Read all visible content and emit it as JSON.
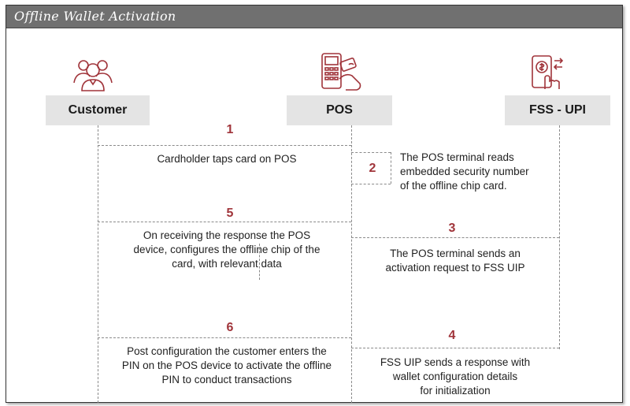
{
  "title": "Offline Wallet Activation",
  "actors": [
    {
      "label": "Customer",
      "icon": "people-group-icon"
    },
    {
      "label": "POS",
      "icon": "pos-terminal-icon"
    },
    {
      "label": "FSS - UPI",
      "icon": "mobile-payment-icon"
    }
  ],
  "steps": [
    {
      "number": "1",
      "text": "Cardholder taps card on POS"
    },
    {
      "number": "2",
      "text": "The POS terminal reads\nembedded security number\nof the offline chip card."
    },
    {
      "number": "3",
      "text": "The POS terminal sends an\nactivation request to FSS UIP"
    },
    {
      "number": "4",
      "text": "FSS UIP sends a response with\nwallet configuration details\nfor initialization"
    },
    {
      "number": "5",
      "text": "On receiving the response the POS\ndevice, configures the offline chip of the\ncard, with relevant data"
    },
    {
      "number": "6",
      "text": "Post configuration the customer enters the\nPIN on the POS device to activate the offline\nPIN to conduct transactions"
    }
  ],
  "colors": {
    "accent": "#a0343a",
    "header": "#707070",
    "actor_box": "#e4e4e4"
  }
}
